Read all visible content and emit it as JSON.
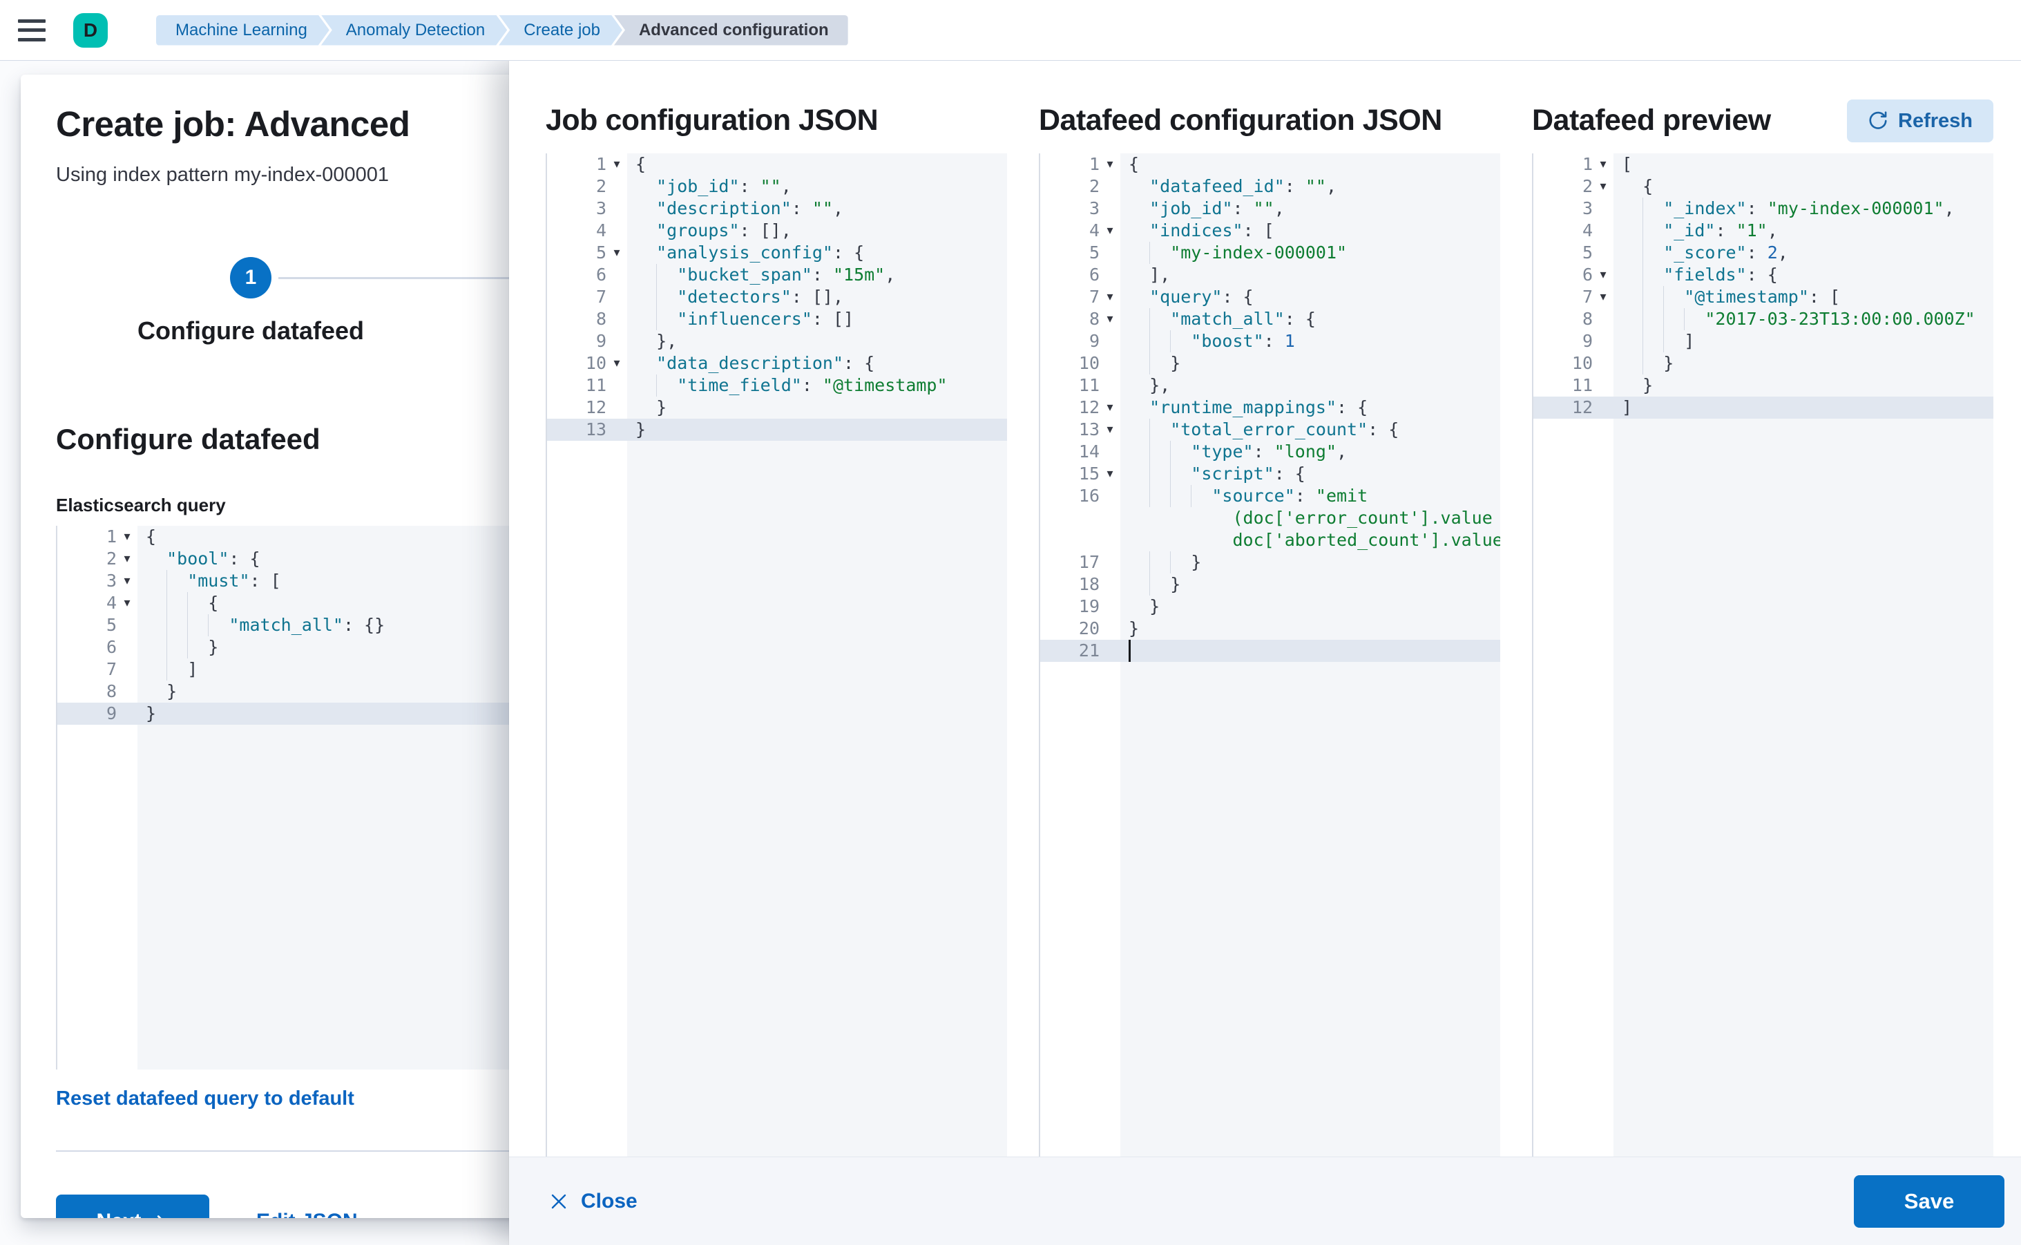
{
  "topbar": {
    "avatar_initial": "D",
    "breadcrumbs": [
      {
        "label": "Machine Learning",
        "current": false
      },
      {
        "label": "Anomaly Detection",
        "current": false
      },
      {
        "label": "Create job",
        "current": false
      },
      {
        "label": "Advanced configuration",
        "current": true
      }
    ]
  },
  "wizard": {
    "title": "Create job: Advanced",
    "subtitle": "Using index pattern my-index-000001",
    "step_number": "1",
    "step_label": "Configure datafeed",
    "section_heading": "Configure datafeed",
    "query_label": "Elasticsearch query",
    "reset_link": "Reset datafeed query to default",
    "next_button": "Next",
    "edit_json_link": "Edit JSON"
  },
  "flyout": {
    "columns": [
      {
        "title": "Job configuration JSON",
        "editor": "job_config"
      },
      {
        "title": "Datafeed configuration JSON",
        "editor": "datafeed_config"
      },
      {
        "title": "Datafeed preview",
        "editor": "datafeed_preview",
        "refresh_button": "Refresh"
      }
    ],
    "close_button": "Close",
    "save_button": "Save"
  },
  "colors": {
    "primary_blue": "#0871c5",
    "link_blue": "#0b64c0",
    "avatar_teal": "#00bfb3",
    "breadcrumb_blue_bg": "#d3e5f7",
    "breadcrumb_gray_bg": "#d3dae6",
    "editor_bg": "#f4f6f9",
    "active_line_bg": "#e1e7f0",
    "json_key": "#0f7490",
    "json_string": "#0e7d32",
    "json_punct": "#353a45"
  },
  "editors": {
    "es_query": {
      "lines": [
        {
          "n": 1,
          "f": 1,
          "i": 0,
          "t": [
            [
              "p",
              "{"
            ]
          ]
        },
        {
          "n": 2,
          "f": 1,
          "i": 1,
          "t": [
            [
              "k",
              "\"bool\""
            ],
            [
              "p",
              ": {"
            ]
          ]
        },
        {
          "n": 3,
          "f": 1,
          "i": 2,
          "t": [
            [
              "k",
              "\"must\""
            ],
            [
              "p",
              ": ["
            ]
          ]
        },
        {
          "n": 4,
          "f": 1,
          "i": 3,
          "t": [
            [
              "p",
              "{"
            ]
          ]
        },
        {
          "n": 5,
          "i": 4,
          "t": [
            [
              "k",
              "\"match_all\""
            ],
            [
              "p",
              ": {}"
            ]
          ]
        },
        {
          "n": 6,
          "i": 3,
          "t": [
            [
              "p",
              "}"
            ]
          ]
        },
        {
          "n": 7,
          "i": 2,
          "t": [
            [
              "p",
              "]"
            ]
          ]
        },
        {
          "n": 8,
          "i": 1,
          "t": [
            [
              "p",
              "}"
            ]
          ]
        },
        {
          "n": 9,
          "a": 1,
          "i": 0,
          "t": [
            [
              "p",
              "}"
            ]
          ]
        }
      ]
    },
    "job_config": {
      "lines": [
        {
          "n": 1,
          "f": 1,
          "i": 0,
          "t": [
            [
              "p",
              "{"
            ]
          ]
        },
        {
          "n": 2,
          "i": 1,
          "t": [
            [
              "k",
              "\"job_id\""
            ],
            [
              "p",
              ": "
            ],
            [
              "s",
              "\"\""
            ],
            [
              "p",
              ","
            ]
          ]
        },
        {
          "n": 3,
          "i": 1,
          "t": [
            [
              "k",
              "\"description\""
            ],
            [
              "p",
              ": "
            ],
            [
              "s",
              "\"\""
            ],
            [
              "p",
              ","
            ]
          ]
        },
        {
          "n": 4,
          "i": 1,
          "t": [
            [
              "k",
              "\"groups\""
            ],
            [
              "p",
              ": [],"
            ]
          ]
        },
        {
          "n": 5,
          "f": 1,
          "i": 1,
          "t": [
            [
              "k",
              "\"analysis_config\""
            ],
            [
              "p",
              ": {"
            ]
          ]
        },
        {
          "n": 6,
          "i": 2,
          "t": [
            [
              "k",
              "\"bucket_span\""
            ],
            [
              "p",
              ": "
            ],
            [
              "s",
              "\"15m\""
            ],
            [
              "p",
              ","
            ]
          ]
        },
        {
          "n": 7,
          "i": 2,
          "t": [
            [
              "k",
              "\"detectors\""
            ],
            [
              "p",
              ": [],"
            ]
          ]
        },
        {
          "n": 8,
          "i": 2,
          "t": [
            [
              "k",
              "\"influencers\""
            ],
            [
              "p",
              ": []"
            ]
          ]
        },
        {
          "n": 9,
          "i": 1,
          "t": [
            [
              "p",
              "},"
            ]
          ]
        },
        {
          "n": 10,
          "f": 1,
          "i": 1,
          "t": [
            [
              "k",
              "\"data_description\""
            ],
            [
              "p",
              ": {"
            ]
          ]
        },
        {
          "n": 11,
          "i": 2,
          "t": [
            [
              "k",
              "\"time_field\""
            ],
            [
              "p",
              ": "
            ],
            [
              "s",
              "\"@timestamp\""
            ]
          ]
        },
        {
          "n": 12,
          "i": 1,
          "t": [
            [
              "p",
              "}"
            ]
          ]
        },
        {
          "n": 13,
          "a": 1,
          "i": 0,
          "t": [
            [
              "p",
              "}"
            ]
          ]
        }
      ]
    },
    "datafeed_config": {
      "lines": [
        {
          "n": 1,
          "f": 1,
          "i": 0,
          "t": [
            [
              "p",
              "{"
            ]
          ]
        },
        {
          "n": 2,
          "i": 1,
          "t": [
            [
              "k",
              "\"datafeed_id\""
            ],
            [
              "p",
              ": "
            ],
            [
              "s",
              "\"\""
            ],
            [
              "p",
              ","
            ]
          ]
        },
        {
          "n": 3,
          "i": 1,
          "t": [
            [
              "k",
              "\"job_id\""
            ],
            [
              "p",
              ": "
            ],
            [
              "s",
              "\"\""
            ],
            [
              "p",
              ","
            ]
          ]
        },
        {
          "n": 4,
          "f": 1,
          "i": 1,
          "t": [
            [
              "k",
              "\"indices\""
            ],
            [
              "p",
              ": ["
            ]
          ]
        },
        {
          "n": 5,
          "i": 2,
          "t": [
            [
              "s",
              "\"my-index-000001\""
            ]
          ]
        },
        {
          "n": 6,
          "i": 1,
          "t": [
            [
              "p",
              "],"
            ]
          ]
        },
        {
          "n": 7,
          "f": 1,
          "i": 1,
          "t": [
            [
              "k",
              "\"query\""
            ],
            [
              "p",
              ": {"
            ]
          ]
        },
        {
          "n": 8,
          "f": 1,
          "i": 2,
          "t": [
            [
              "k",
              "\"match_all\""
            ],
            [
              "p",
              ": {"
            ]
          ]
        },
        {
          "n": 9,
          "i": 3,
          "t": [
            [
              "k",
              "\"boost\""
            ],
            [
              "p",
              ": "
            ],
            [
              "n2",
              "1"
            ]
          ]
        },
        {
          "n": 10,
          "i": 2,
          "t": [
            [
              "p",
              "}"
            ]
          ]
        },
        {
          "n": 11,
          "i": 1,
          "t": [
            [
              "p",
              "},"
            ]
          ]
        },
        {
          "n": 12,
          "f": 1,
          "i": 1,
          "t": [
            [
              "k",
              "\"runtime_mappings\""
            ],
            [
              "p",
              ": {"
            ]
          ]
        },
        {
          "n": 13,
          "f": 1,
          "i": 2,
          "t": [
            [
              "k",
              "\"total_error_count\""
            ],
            [
              "p",
              ": {"
            ]
          ]
        },
        {
          "n": 14,
          "i": 3,
          "t": [
            [
              "k",
              "\"type\""
            ],
            [
              "p",
              ": "
            ],
            [
              "s",
              "\"long\""
            ],
            [
              "p",
              ","
            ]
          ]
        },
        {
          "n": 15,
          "f": 1,
          "i": 3,
          "t": [
            [
              "k",
              "\"script\""
            ],
            [
              "p",
              ": {"
            ]
          ]
        },
        {
          "n": 16,
          "i": 4,
          "t": [
            [
              "k",
              "\"source\""
            ],
            [
              "p",
              ": "
            ],
            [
              "s",
              "\"emit"
            ]
          ],
          "w": [
            {
              "pad": 10,
              "t": [
                [
                  "s",
                  "(doc['error_count'].value +"
                ]
              ]
            },
            {
              "pad": 10,
              "t": [
                [
                  "s",
                  "doc['aborted_count'].value)\""
                ]
              ]
            }
          ]
        },
        {
          "n": 17,
          "i": 3,
          "t": [
            [
              "p",
              "}"
            ]
          ]
        },
        {
          "n": 18,
          "i": 2,
          "t": [
            [
              "p",
              "}"
            ]
          ]
        },
        {
          "n": 19,
          "i": 1,
          "t": [
            [
              "p",
              "}"
            ]
          ]
        },
        {
          "n": 20,
          "i": 0,
          "t": [
            [
              "p",
              "}"
            ]
          ]
        },
        {
          "n": 21,
          "a": 1,
          "c": 1,
          "i": 0,
          "t": []
        }
      ]
    },
    "datafeed_preview": {
      "lines": [
        {
          "n": 1,
          "f": 1,
          "i": 0,
          "t": [
            [
              "p",
              "["
            ]
          ]
        },
        {
          "n": 2,
          "f": 1,
          "i": 1,
          "t": [
            [
              "p",
              "{"
            ]
          ]
        },
        {
          "n": 3,
          "i": 2,
          "t": [
            [
              "k",
              "\"_index\""
            ],
            [
              "p",
              ": "
            ],
            [
              "s",
              "\"my-index-000001\""
            ],
            [
              "p",
              ","
            ]
          ]
        },
        {
          "n": 4,
          "i": 2,
          "t": [
            [
              "k",
              "\"_id\""
            ],
            [
              "p",
              ": "
            ],
            [
              "s",
              "\"1\""
            ],
            [
              "p",
              ","
            ]
          ]
        },
        {
          "n": 5,
          "i": 2,
          "t": [
            [
              "k",
              "\"_score\""
            ],
            [
              "p",
              ": "
            ],
            [
              "n2",
              "2"
            ],
            [
              "p",
              ","
            ]
          ]
        },
        {
          "n": 6,
          "f": 1,
          "i": 2,
          "t": [
            [
              "k",
              "\"fields\""
            ],
            [
              "p",
              ": {"
            ]
          ]
        },
        {
          "n": 7,
          "f": 1,
          "i": 3,
          "t": [
            [
              "k",
              "\"@timestamp\""
            ],
            [
              "p",
              ": ["
            ]
          ]
        },
        {
          "n": 8,
          "i": 4,
          "t": [
            [
              "s",
              "\"2017-03-23T13:00:00.000Z\""
            ]
          ]
        },
        {
          "n": 9,
          "i": 3,
          "t": [
            [
              "p",
              "]"
            ]
          ]
        },
        {
          "n": 10,
          "i": 2,
          "t": [
            [
              "p",
              "}"
            ]
          ]
        },
        {
          "n": 11,
          "i": 1,
          "t": [
            [
              "p",
              "}"
            ]
          ]
        },
        {
          "n": 12,
          "a": 1,
          "i": 0,
          "t": [
            [
              "p",
              "]"
            ]
          ]
        }
      ]
    }
  }
}
